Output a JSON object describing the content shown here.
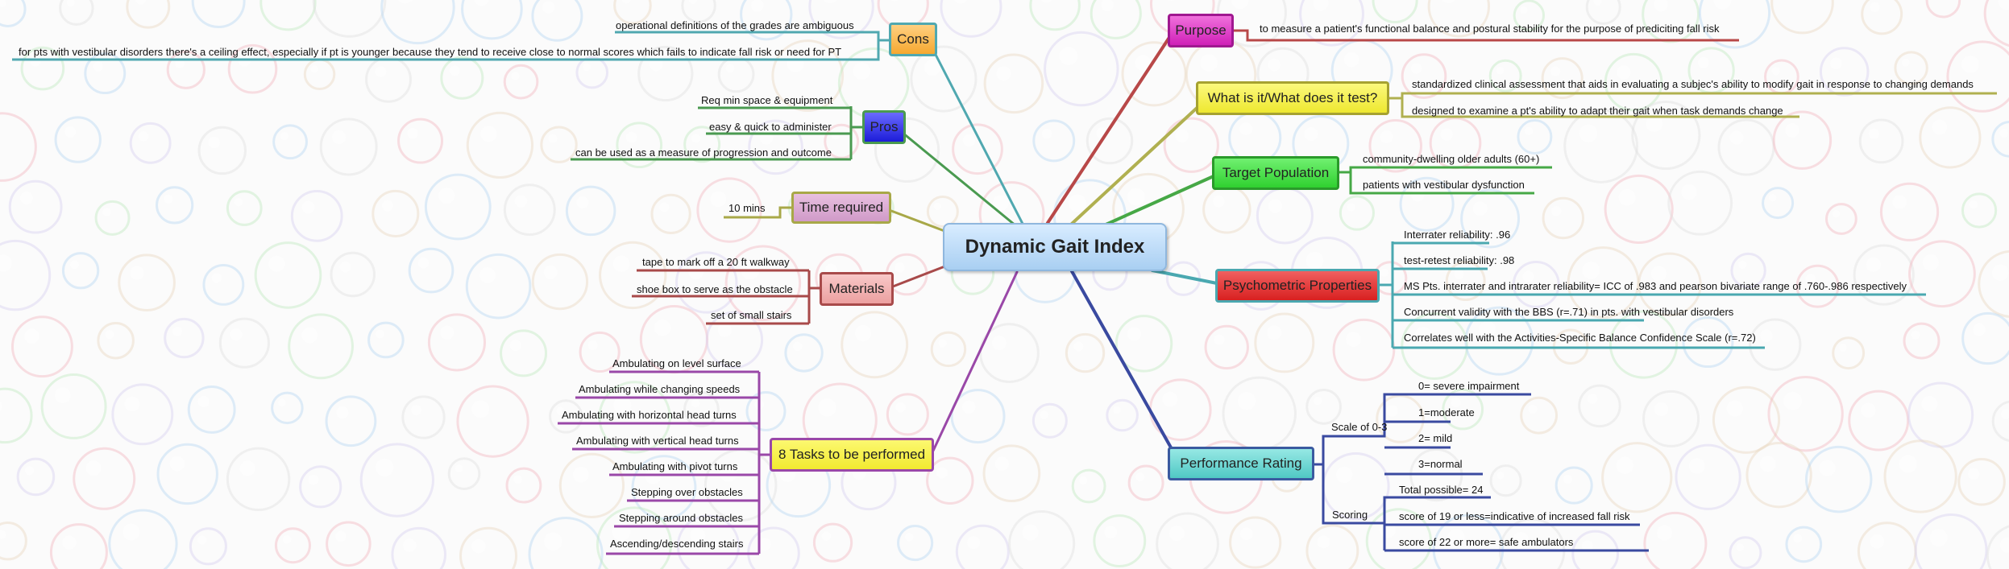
{
  "central": "Dynamic Gait Index",
  "colors": {
    "purpose": "#e040c8",
    "what": "#f4f040",
    "target": "#3ee03e",
    "psycho": "#e83838",
    "performance": "#66d4d0",
    "cons": "#f8b850",
    "pros": "#3a3ae8",
    "time": "#d8a8d0",
    "materials": "#f0a8a8",
    "tasks": "#f8f040"
  },
  "right": {
    "purpose": {
      "title": "Purpose",
      "items": [
        "to measure a patient's functional balance and postural stability for the purpose of prediciting fall risk"
      ]
    },
    "what": {
      "title": "What is it/What does it test?",
      "items": [
        "standardized clinical assessment that aids in evaluating a subjec's ability to modify gait in response to changing demands",
        "designed to examine a pt's ability to adapt their gait when task demands change"
      ]
    },
    "target": {
      "title": "Target Population",
      "items": [
        "community-dwelling older adults (60+)",
        "patients with vestibular dysfunction"
      ]
    },
    "psycho": {
      "title": "Psychometric Properties",
      "items": [
        "Interrater reliability:  .96",
        "test-retest reliability:  .98",
        "MS Pts. interrater and intrarater reliability= ICC of .983 and pearson bivariate range of .760-.986 respectively",
        "Concurrent validity with the BBS (r=.71) in pts. with vestibular disorders",
        "Correlates well with the Activities-Specific Balance Confidence Scale (r=.72)"
      ]
    },
    "performance": {
      "title": "Performance Rating",
      "scale_label": "Scale of 0-3",
      "scale_items": [
        "0= severe impairment",
        "1=moderate",
        "2= mild",
        "3=normal"
      ],
      "scoring_label": "Scoring",
      "scoring_items": [
        "Total possible= 24",
        "score of 19 or less=indicative of increased fall risk",
        "score of 22 or more= safe ambulators"
      ]
    }
  },
  "left": {
    "cons": {
      "title": "Cons",
      "items": [
        "operational definitions of the grades are ambiguous",
        "for pts with vestibular disorders there's a ceiling effect, especially if pt is younger because they tend to receive close to normal scores which fails to indicate fall risk or need for PT"
      ]
    },
    "pros": {
      "title": "Pros",
      "items": [
        "Req min space & equipment",
        "easy & quick to administer",
        "can be used as a measure of progression and outcome"
      ]
    },
    "time": {
      "title": "Time required",
      "items": [
        "10 mins"
      ]
    },
    "materials": {
      "title": "Materials",
      "items": [
        "tape to mark off a 20 ft walkway",
        "shoe box to serve as the obstacle",
        "set of small stairs"
      ]
    },
    "tasks": {
      "title": "8 Tasks to be performed",
      "items": [
        "Ambulating on level surface",
        "Ambulating while changing speeds",
        "Ambulating with horizontal head turns",
        "Ambulating with vertical head turns",
        "Ambulating with pivot turns",
        "Stepping over obstacles",
        "Stepping around obstacles",
        "Ascending/descending stairs"
      ]
    }
  }
}
